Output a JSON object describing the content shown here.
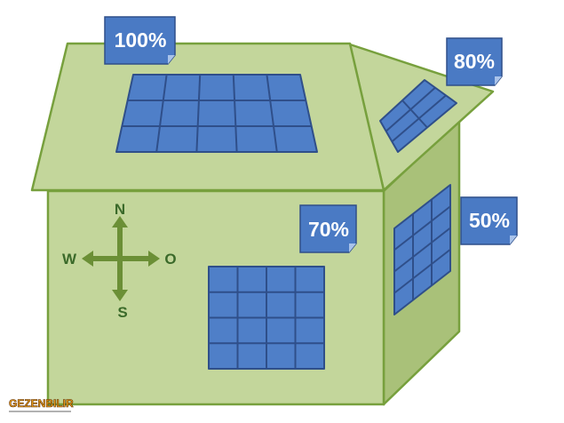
{
  "labels": {
    "main_roof": "100%",
    "side_roof": "80%",
    "front_wall": "70%",
    "side_wall": "50%"
  },
  "compass": {
    "north": "N",
    "south": "S",
    "west": "W",
    "east": "O"
  },
  "logo": {
    "text": "GEZENBILIR"
  },
  "colors": {
    "wall": "#c3d69b",
    "wall_side": "#a9c179",
    "outline": "#77a03d",
    "panel": "#4f7fc8",
    "panel_line": "#2f4f8a",
    "tag": "#4a7ac4",
    "compass": "#6b8f36"
  }
}
